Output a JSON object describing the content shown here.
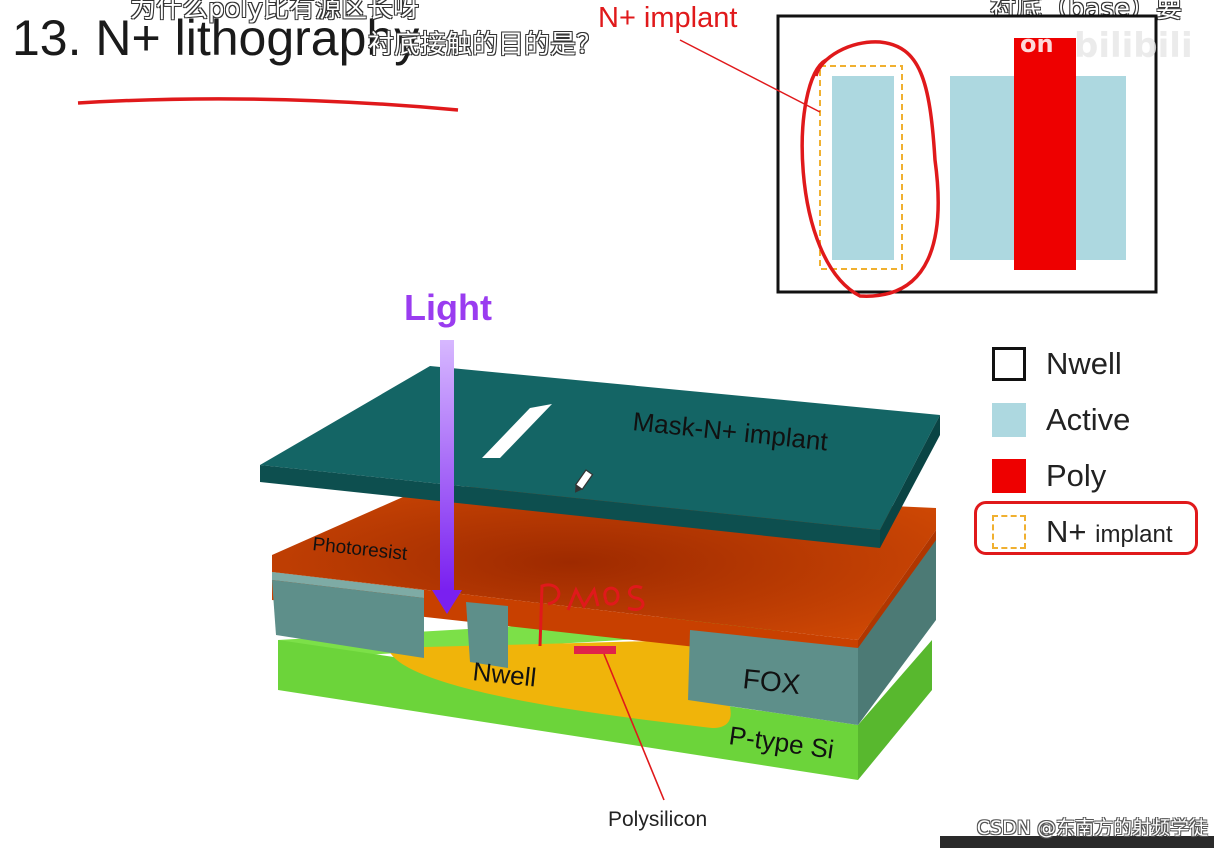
{
  "title": "13. N+ lithography",
  "subtitles": {
    "line1": "为什么poly比有源区长呀",
    "line2": "衬底接触的目的是？",
    "line3": "衬底（base）要"
  },
  "layout_label": "N+ implant",
  "diagram": {
    "light_label": "Light",
    "mask_label": "Mask-N+ implant",
    "photoresist_label": "Photoresist",
    "nwell_label": "Nwell",
    "fox_label": "FOX",
    "substrate_label": "P-type Si",
    "polysilicon_label": "Polysilicon",
    "handwritten": "PMOS"
  },
  "legend": {
    "nwell": "Nwell",
    "active": "Active",
    "poly": "Poly",
    "nplus_main": "N+",
    "nplus_small": "implant"
  },
  "watermark": {
    "fragment": "on",
    "bili": "bilibili",
    "csdn": "CSDN @东南方的射频学徒"
  },
  "colors": {
    "mask": "#146565",
    "photoresist": "#c03a00",
    "nwell": "#f0b40a",
    "substrate": "#6cd43a",
    "fox": "#5e8f8a",
    "active": "#add8e0",
    "poly": "#ee0000",
    "light": "#9a3cf0",
    "annotation": "#e0191b"
  }
}
